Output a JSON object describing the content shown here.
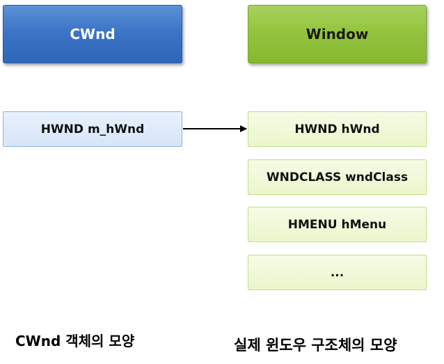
{
  "left_column": {
    "header": "CWnd",
    "fields": [
      "HWND m_hWnd"
    ],
    "caption": "CWnd 객체의 모양"
  },
  "right_column": {
    "header": "Window",
    "fields": [
      "HWND hWnd",
      "WNDCLASS wndClass",
      "HMENU hMenu",
      "..."
    ],
    "caption": "실제 윈도우 구조체의 모양"
  },
  "colors": {
    "cwnd_header": "#3c74c6",
    "window_header": "#94c43e",
    "cwnd_field": "#d6e5f8",
    "window_field": "#ebf6cc",
    "arrow": "#000000"
  }
}
